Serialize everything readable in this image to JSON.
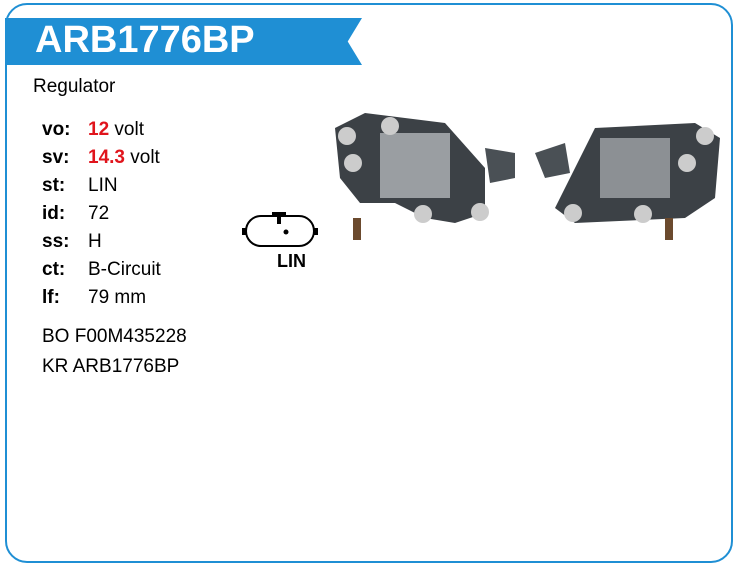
{
  "header": {
    "title": "ARB1776BP"
  },
  "product_type": "Regulator",
  "specs": [
    {
      "key": "vo:",
      "value": "12",
      "unit": "volt",
      "highlight": true
    },
    {
      "key": "sv:",
      "value": "14.3",
      "unit": "volt",
      "highlight": true
    },
    {
      "key": "st:",
      "value": "LIN",
      "unit": "",
      "highlight": false
    },
    {
      "key": "id:",
      "value": "72",
      "unit": "",
      "highlight": false
    },
    {
      "key": "ss:",
      "value": "H",
      "unit": "",
      "highlight": false
    },
    {
      "key": "ct:",
      "value": "B-Circuit",
      "unit": "",
      "highlight": false
    },
    {
      "key": "lf:",
      "value": "79 mm",
      "unit": "",
      "highlight": false
    }
  ],
  "references": [
    "BO F00M435228",
    "KR ARB1776BP"
  ],
  "connector": {
    "label": "LIN"
  },
  "colors": {
    "accent": "#1f8fd4",
    "highlight": "#e0141c"
  }
}
